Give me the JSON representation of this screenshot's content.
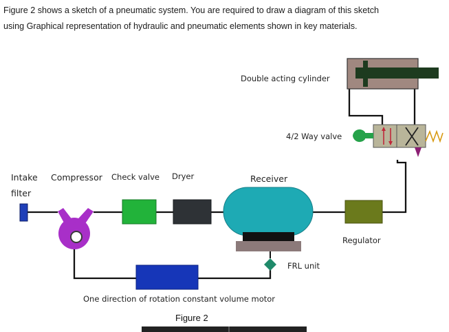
{
  "intro": {
    "line1": "Figure 2 shows a sketch of a pneumatic system. You are required to draw a diagram of this sketch",
    "line2": "using Graphical representation of hydraulic and pneumatic elements shown in key materials."
  },
  "labels": {
    "double_acting_cylinder": "Double acting cylinder",
    "way_valve": "4/2 Way valve",
    "intake_filter_line1": "Intake",
    "intake_filter_line2": "filter",
    "compressor": "Compressor",
    "check_valve": "Check valve",
    "dryer": "Dryer",
    "receiver": "Receiver",
    "regulator": "Regulator",
    "frl_unit": "FRL unit",
    "motor": "One direction of rotation constant volume motor"
  },
  "caption": "Figure 2",
  "colors": {
    "intake_filter": "#1f3fb8",
    "compressor": "#a82fc8",
    "check_valve": "#22b33a",
    "dryer": "#2e3236",
    "receiver": "#1eaab4",
    "receiver_base": "#8c7a7a",
    "regulator": "#6b7a1c",
    "frl": "#1f8a6a",
    "motor": "#1636b8",
    "cylinder_body": "#a08880",
    "cylinder_rod": "#1d3b1f",
    "valve_body": "#b9b59a",
    "valve_actuator": "#26a24a",
    "valve_pilot": "#8c1f74",
    "spring": "#d89a12",
    "valve_arrow": "#a01a2a"
  }
}
